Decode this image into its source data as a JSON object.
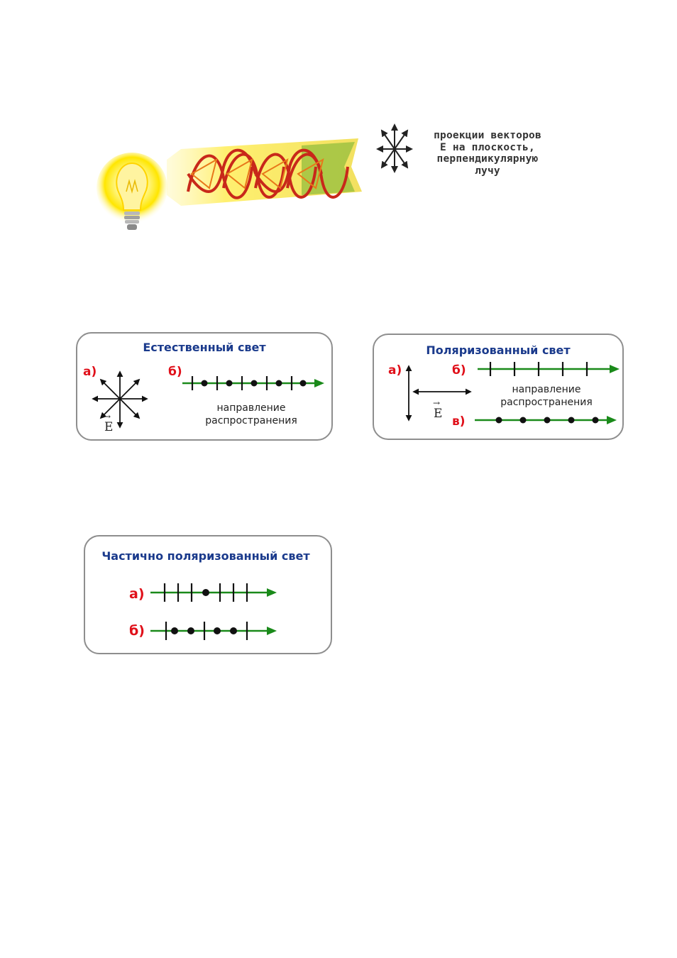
{
  "top_illustration": {
    "caption_lines": [
      "проекции векторов",
      "Е на плоскость,",
      "перпендикулярную",
      "лучу"
    ],
    "icons": [
      "light-bulb-icon",
      "light-beam-spiral",
      "vector-star-icon"
    ]
  },
  "panel_natural": {
    "title": "Естественный свет",
    "label_a": "а)",
    "label_b": "б)",
    "vector_label": "E",
    "direction_line1": "направление",
    "direction_line2": "распространения"
  },
  "panel_polarized": {
    "title": "Поляризованный свет",
    "label_a": "а)",
    "label_b": "б)",
    "label_v": "в)",
    "vector_label": "E",
    "direction_line1": "направление",
    "direction_line2": "распространения"
  },
  "panel_partial": {
    "title": "Частично поляризованный свет",
    "label_a": "а)",
    "label_b": "б)"
  },
  "colors": {
    "title_blue": "#1a3a8c",
    "label_red": "#e0101a",
    "arrow_green": "#1a8a1a",
    "border_gray": "#8e8e8e"
  }
}
